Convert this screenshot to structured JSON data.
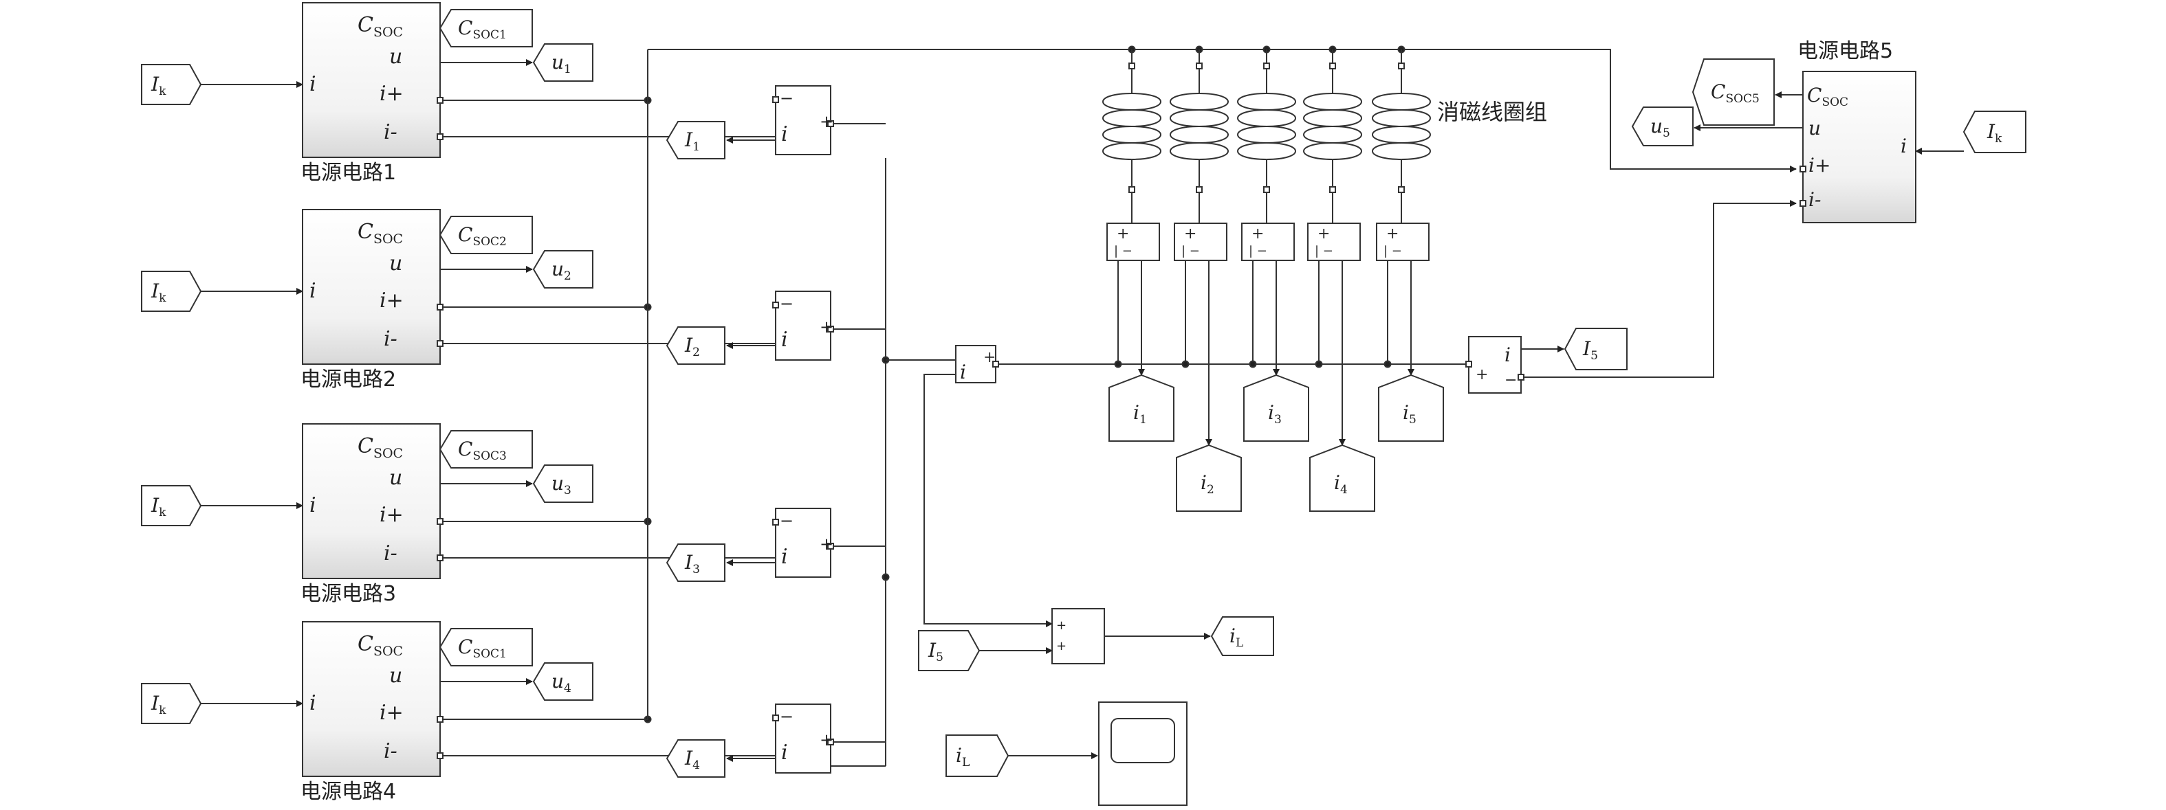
{
  "diagram": {
    "power_blocks": [
      {
        "title": "电源电路1",
        "ports": {
          "csoc": "C",
          "csoc_sub": "SOC",
          "u": "u",
          "ip": "i+",
          "im": "i-",
          "i": "i"
        },
        "soc_tag": {
          "main": "C",
          "sub": "SOC1"
        },
        "u_tag": {
          "main": "u",
          "sub": "1"
        },
        "ik_tag": {
          "main": "I",
          "sub": "k"
        }
      },
      {
        "title": "电源电路2",
        "ports": {
          "csoc": "C",
          "csoc_sub": "SOC",
          "u": "u",
          "ip": "i+",
          "im": "i-",
          "i": "i"
        },
        "soc_tag": {
          "main": "C",
          "sub": "SOC2"
        },
        "u_tag": {
          "main": "u",
          "sub": "2"
        },
        "ik_tag": {
          "main": "I",
          "sub": "k"
        }
      },
      {
        "title": "电源电路3",
        "ports": {
          "csoc": "C",
          "csoc_sub": "SOC",
          "u": "u",
          "ip": "i+",
          "im": "i-",
          "i": "i"
        },
        "soc_tag": {
          "main": "C",
          "sub": "SOC3"
        },
        "u_tag": {
          "main": "u",
          "sub": "3"
        },
        "ik_tag": {
          "main": "I",
          "sub": "k"
        }
      },
      {
        "title": "电源电路4",
        "ports": {
          "csoc": "C",
          "csoc_sub": "SOC",
          "u": "u",
          "ip": "i+",
          "im": "i-",
          "i": "i"
        },
        "soc_tag": {
          "main": "C",
          "sub": "SOC1"
        },
        "u_tag": {
          "main": "u",
          "sub": "4"
        },
        "ik_tag": {
          "main": "I",
          "sub": "k"
        }
      }
    ],
    "power_block5": {
      "title": "电源电路5",
      "ports": {
        "csoc": "C",
        "csoc_sub": "SOC",
        "u": "u",
        "ip": "i+",
        "im": "i-",
        "i": "i"
      },
      "soc_tag": {
        "main": "C",
        "sub": "SOC5"
      },
      "u_tag": {
        "main": "u",
        "sub": "5"
      },
      "ik_tag": {
        "main": "I",
        "sub": "k"
      }
    },
    "current_sensors": [
      {
        "out": {
          "main": "I",
          "sub": "1"
        }
      },
      {
        "out": {
          "main": "I",
          "sub": "2"
        }
      },
      {
        "out": {
          "main": "I",
          "sub": "3"
        }
      },
      {
        "out": {
          "main": "I",
          "sub": "4"
        }
      }
    ],
    "coil_group_label": "消磁线圈组",
    "coil_current_tags": [
      {
        "main": "i",
        "sub": "1"
      },
      {
        "main": "i",
        "sub": "2"
      },
      {
        "main": "i",
        "sub": "3"
      },
      {
        "main": "i",
        "sub": "4"
      },
      {
        "main": "i",
        "sub": "5"
      }
    ],
    "sensor5_out": {
      "main": "I",
      "sub": "5"
    },
    "sum_in_tag": {
      "main": "I",
      "sub": "5"
    },
    "il_out_tag": {
      "main": "i",
      "sub": "L"
    },
    "scope_in_tag": {
      "main": "i",
      "sub": "L"
    },
    "sign_plus": "+",
    "sign_minus": "−",
    "port_i": "i"
  }
}
